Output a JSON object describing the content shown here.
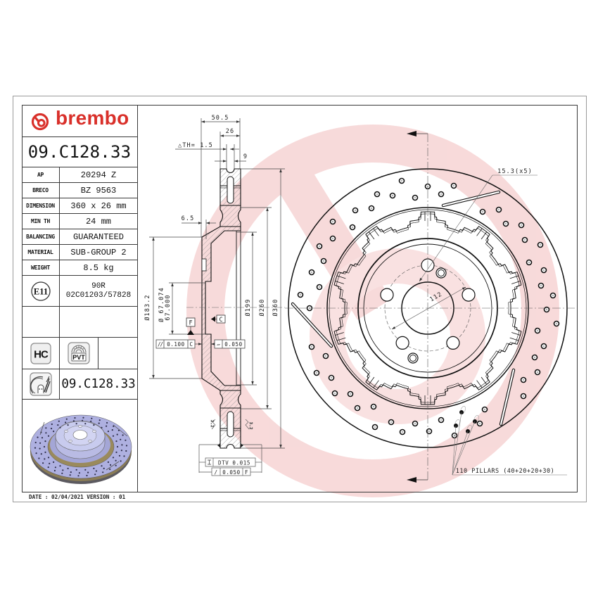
{
  "brand": {
    "name": "brembo"
  },
  "part_number": "09.C128.33",
  "specs": [
    {
      "label": "AP",
      "value": "20294 Z"
    },
    {
      "label": "BRECO",
      "value": "BZ 9563"
    },
    {
      "label": "DIMENSION",
      "value": "360 x 26 mm"
    },
    {
      "label": "MIN TH",
      "value": "24 mm"
    },
    {
      "label": "BALANCING",
      "value": "GUARANTEED"
    },
    {
      "label": "MATERIAL",
      "value": "SUB-GROUP 2"
    },
    {
      "label": "WEIGHT",
      "value": "8.5 kg"
    }
  ],
  "approval": {
    "mark": "E11",
    "line1": "90R",
    "line2": "02C01203/57828"
  },
  "badges": {
    "hc": "HC",
    "pvt": "PVT"
  },
  "footer_part_number": "09.C128.33",
  "footer": {
    "date_line": "DATE : 02/04/2021 VERSION : 01"
  },
  "section_view": {
    "dims": {
      "overall_width": "50.5",
      "disc_thickness": "26",
      "thickness_variation": "△TH= 1.5",
      "vent_width": "9",
      "hat_thickness": "6.5",
      "hat_diameter": "Ø183.2",
      "bore_max": "Ø 67.074",
      "bore_min": "67.000",
      "inner_diameter": "Ø199",
      "ring_diameter": "Ø260",
      "outer_diameter": "Ø360"
    },
    "datums": {
      "f": "F",
      "c": "C"
    },
    "tolerances": {
      "parallelism_symbol": "//",
      "parallelism_value": "0.100",
      "parallelism_datum": "C",
      "flatness_symbol": "▱",
      "flatness_value": "0.050",
      "dtv": "DTV 0.015",
      "runout_symbol": "/",
      "runout_value": "0.050",
      "runout_datum": "F"
    }
  },
  "front_view": {
    "bolt_holes": "15.3(x5)",
    "pcd": "112",
    "pillars": "110 PILLARS (40+20+20+30)"
  },
  "colors": {
    "brand_red": "#d9302a",
    "watermark": "#f7d6d6",
    "ink": "#1a1a1a",
    "disc_render": "#aeb0e0"
  }
}
